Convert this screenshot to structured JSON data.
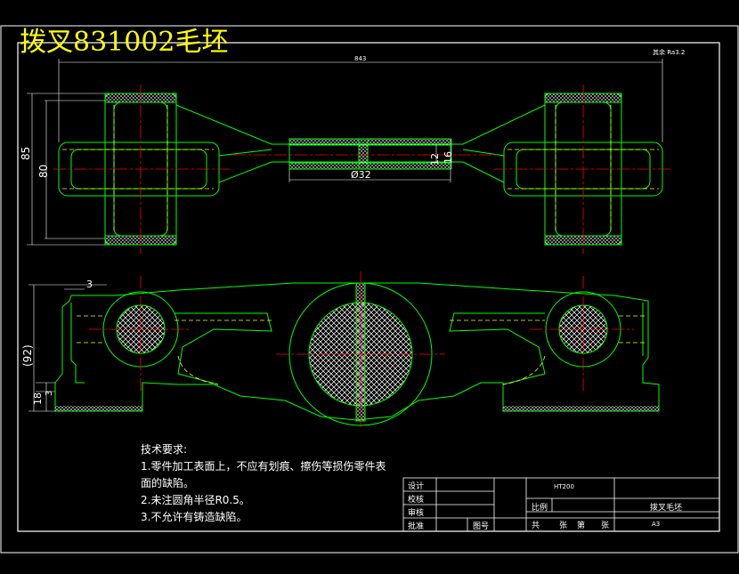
{
  "title": "拨叉831002毛坯",
  "surface_note": "其余 Ra3.2",
  "dimensions": {
    "overall_length": "843",
    "height_85": "85",
    "height_80": "80",
    "dim_12": "12",
    "dim_16": "16",
    "dim_phi32": "Ø32",
    "dim_3": "3",
    "dim_92": "(92)",
    "dim_18": "18",
    "dim_3b": "3"
  },
  "tech_requirements": {
    "heading": "技术要求:",
    "lines": [
      "1.零件加工表面上，不应有划痕、擦伤等损伤零件表",
      "面的缺陷。",
      "2.未注圆角半径R0.5。",
      "3.不允许有铸造缺陷。"
    ]
  },
  "title_block": {
    "design": "设计",
    "check": "校核",
    "review": "审核",
    "approve": "批准",
    "material": "HT200",
    "scale_label": "比例",
    "part_name": "拨叉毛坯",
    "sheet_total": "共",
    "sheet_unit1": "张",
    "sheet_no": "第",
    "sheet_unit2": "张",
    "paper_size": "A3",
    "drawing_no_label": "图号"
  },
  "colors": {
    "background": "#000000",
    "outline": "#00ff00",
    "centerline": "#ff0000",
    "hidden": "#ffff00",
    "dimension": "#ffffff",
    "hatch": "#ffffff"
  }
}
